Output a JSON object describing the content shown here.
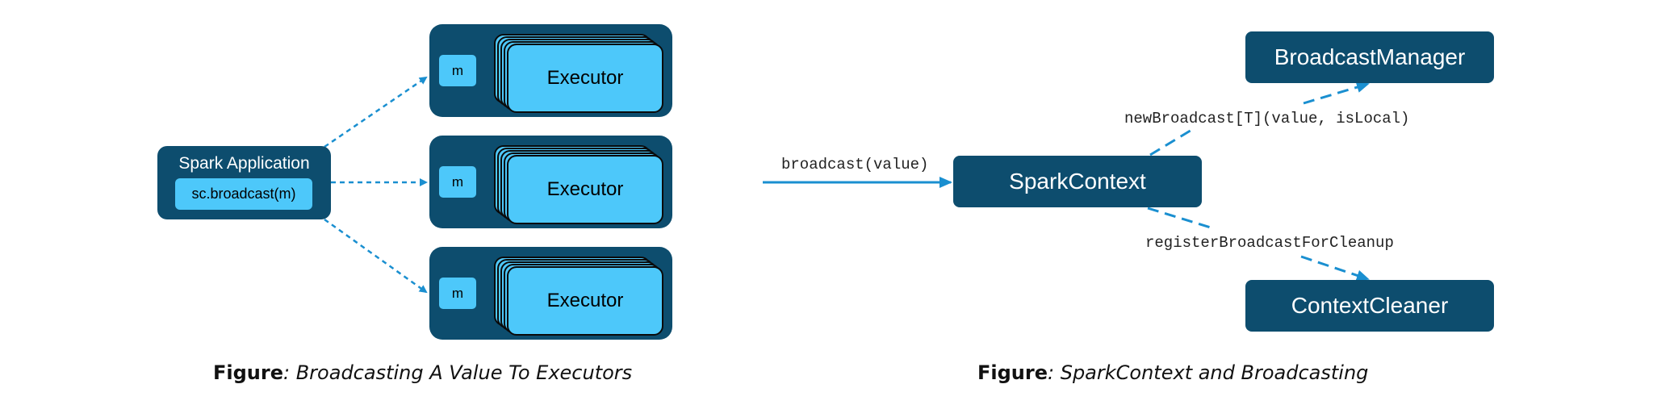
{
  "left_diagram": {
    "app_label": "Spark Application",
    "broadcast_call": "sc.broadcast(m)",
    "executors": [
      {
        "m_label": "m",
        "label": "Executor"
      },
      {
        "m_label": "m",
        "label": "Executor"
      },
      {
        "m_label": "m",
        "label": "Executor"
      }
    ],
    "caption_prefix": "Figure",
    "caption_text": ": Broadcasting A Value To Executors"
  },
  "right_diagram": {
    "input_label": "broadcast(value)",
    "spark_context": "SparkContext",
    "broadcast_manager": "BroadcastManager",
    "context_cleaner": "ContextCleaner",
    "upper_edge_label": "newBroadcast[T](value, isLocal)",
    "lower_edge_label": "registerBroadcastForCleanup",
    "caption_prefix": "Figure",
    "caption_text": ": SparkContext and Broadcasting"
  },
  "colors": {
    "dark_box": "#0d4d6e",
    "light_box": "#4dc8fa",
    "arrow": "#1a8fd0"
  }
}
